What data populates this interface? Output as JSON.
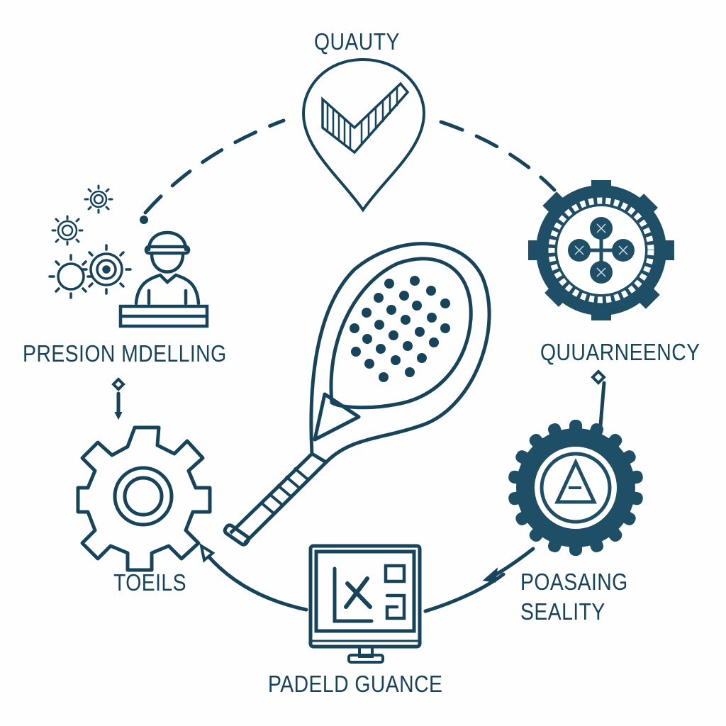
{
  "diagram": {
    "type": "cycle",
    "accent_color": "#17445a",
    "background_color": "#fefefe",
    "center": {
      "icon": "padel-racket-icon"
    },
    "nodes": [
      {
        "id": "quality",
        "label": "QUAUTY",
        "icon": "checkmark-pin-icon"
      },
      {
        "id": "quarneency",
        "label": "QUUARNEENCY",
        "icon": "gear-network-icon"
      },
      {
        "id": "poasaing",
        "label_line1": "POASAING",
        "label_line2": "SEALITY",
        "icon": "gear-triangle-icon"
      },
      {
        "id": "padeld",
        "label": "PADELD GUANCE",
        "icon": "monitor-chart-icon"
      },
      {
        "id": "toeils",
        "label": "TOEILS",
        "icon": "gear-outline-icon"
      },
      {
        "id": "presion",
        "label": "PRESION MDELLING",
        "icon": "worker-gears-icon"
      }
    ]
  }
}
